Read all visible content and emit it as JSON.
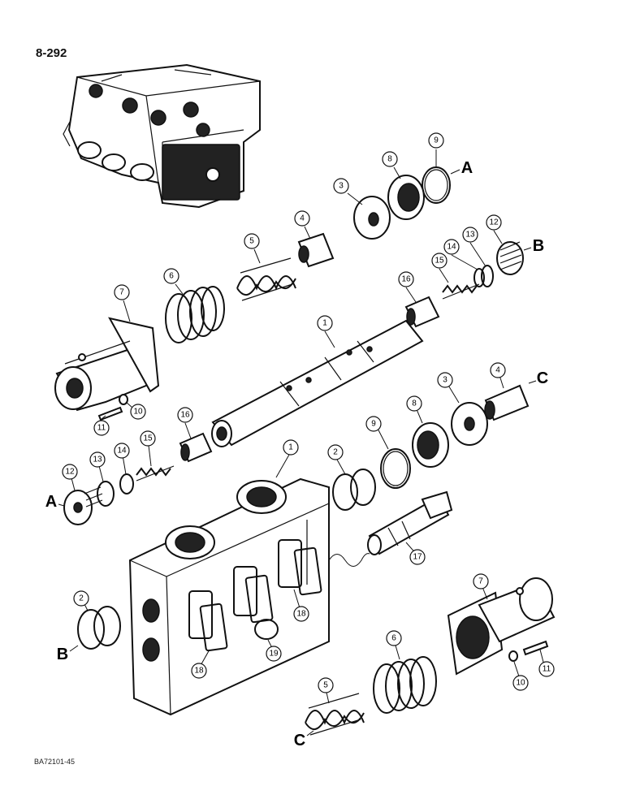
{
  "page_number": "8-292",
  "doc_code": "BA72101-45",
  "callouts": {
    "c1a": "1",
    "c1b": "1",
    "c2a": "2",
    "c2b": "2",
    "c3a": "3",
    "c3b": "3",
    "c4a": "4",
    "c4b": "4",
    "c5a": "5",
    "c5b": "5",
    "c6a": "6",
    "c6b": "6",
    "c7a": "7",
    "c7b": "7",
    "c8a": "8",
    "c8b": "8",
    "c9a": "9",
    "c9b": "9",
    "c10a": "10",
    "c10b": "10",
    "c11a": "11",
    "c11b": "11",
    "c12a": "12",
    "c12b": "12",
    "c13a": "13",
    "c13b": "13",
    "c14a": "14",
    "c14b": "14",
    "c15a": "15",
    "c15b": "15",
    "c16a": "16",
    "c16b": "16",
    "c17": "17",
    "c18a": "18",
    "c18b": "18",
    "c19": "19"
  },
  "ref_letters": {
    "a_top": "A",
    "a_left": "A",
    "b_right": "B",
    "b_left": "B",
    "c_right": "C",
    "c_bottom": "C"
  }
}
